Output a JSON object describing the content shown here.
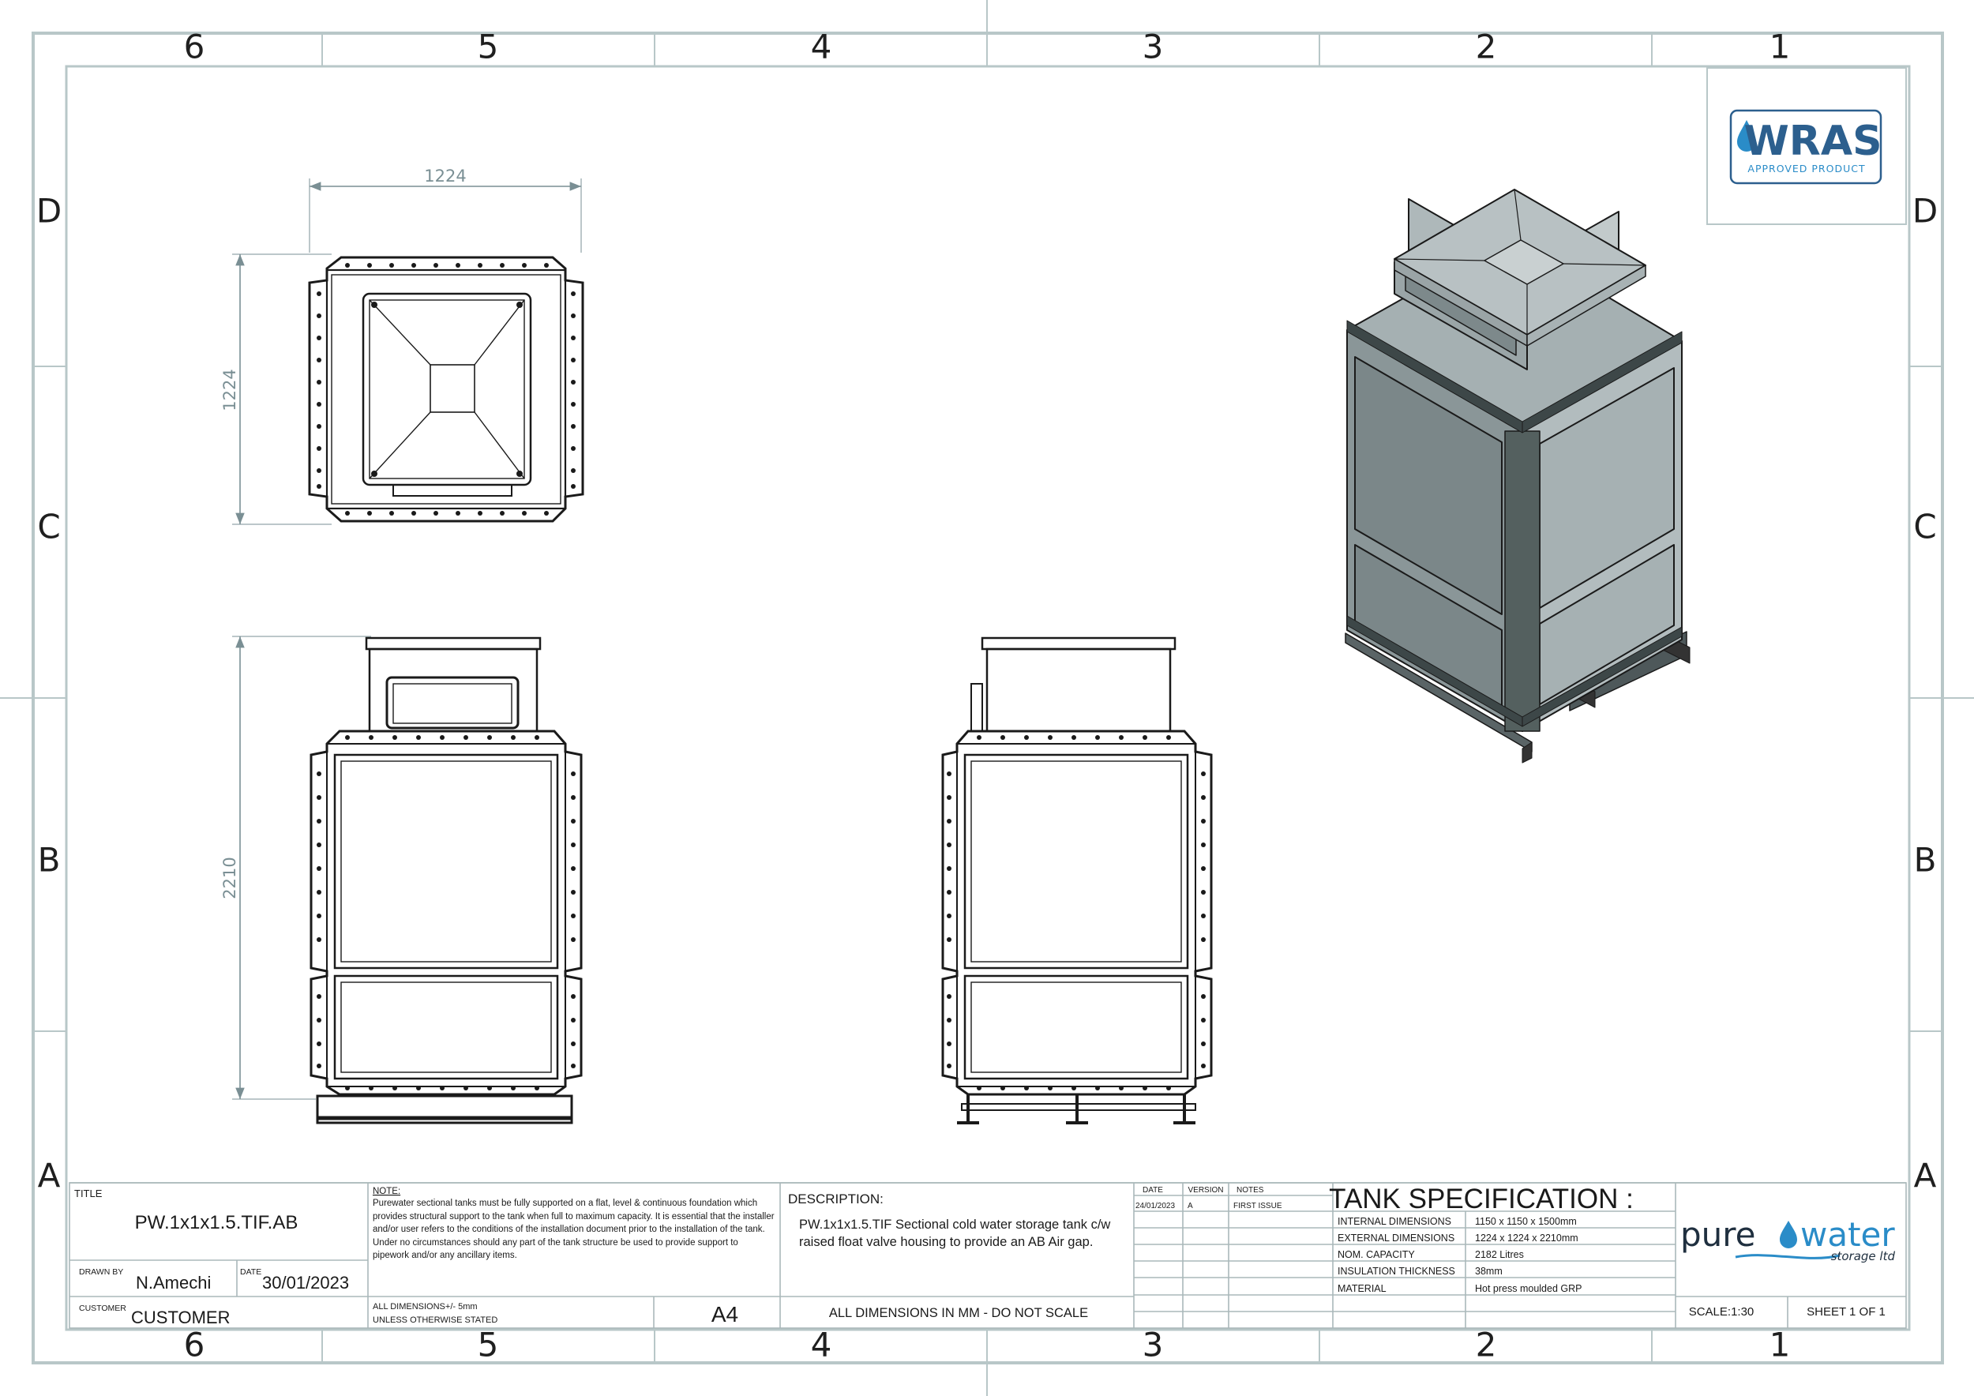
{
  "zones": {
    "columns": [
      "6",
      "5",
      "4",
      "3",
      "2",
      "1"
    ],
    "rows": [
      "D",
      "C",
      "B",
      "A"
    ]
  },
  "dimensions": {
    "plan_width": "1224",
    "plan_depth": "1224",
    "elevation_height": "2210"
  },
  "logos": {
    "wras": {
      "word": "WRAS",
      "tagline": "APPROVED PRODUCT"
    },
    "company": {
      "word_1": "pure",
      "word_2": "water",
      "tagline": "storage ltd"
    }
  },
  "title_block": {
    "title_label": "TITLE",
    "title_value": "PW.1x1x1.5.TIF.AB",
    "drawn_by_label": "DRAWN BY",
    "drawn_by_value": "N.Amechi",
    "date_label": "DATE",
    "date_value": "30/01/2023",
    "customer_label": "CUSTOMER",
    "customer_value": "CUSTOMER",
    "note_label": "NOTE:",
    "note_text": "Purewater sectional tanks must be fully supported on a flat, level & continuous foundation which provides structural support to the tank when full to maximum capacity. It is essential that the installer and/or user refers to the conditions of the installation document prior to the installation of the tank. Under no circumstances should any part of the tank structure be used to provide support to pipework and/or any ancillary items.",
    "tolerance_line_1": "ALL DIMENSIONS+/- 5mm",
    "tolerance_line_2": "UNLESS OTHERWISE STATED",
    "paper_size": "A4",
    "description_label": "DESCRIPTION:",
    "description_text": "PW.1x1x1.5.TIF Sectional cold water storage tank c/w raised float valve housing to provide an AB Air gap.",
    "scale_note": "ALL DIMENSIONS IN MM - DO NOT SCALE",
    "revision_headers": [
      "DATE",
      "VERSION",
      "NOTES"
    ],
    "revisions": [
      {
        "date": "24/01/2023",
        "version": "A",
        "notes": "FIRST ISSUE"
      }
    ],
    "spec_title": "TANK SPECIFICATION :",
    "spec_rows": [
      {
        "label": "INTERNAL DIMENSIONS",
        "value": "1150 x 1150 x 1500mm"
      },
      {
        "label": "EXTERNAL DIMENSIONS",
        "value": "1224 x 1224 x 2210mm"
      },
      {
        "label": "NOM. CAPACITY",
        "value": "2182 Litres"
      },
      {
        "label": "INSULATION THICKNESS",
        "value": "38mm"
      },
      {
        "label": "MATERIAL",
        "value": "Hot press moulded GRP"
      }
    ],
    "scale": "SCALE:1:30",
    "sheet": "SHEET 1 OF 1"
  },
  "colors": {
    "frame": "#b8c7c8",
    "line": "#1a1a1a",
    "dimension": "#7a8f94",
    "iso_dark": "#8a9698",
    "iso_light": "#b2bcbe",
    "wras_blue": "#2c5f8e",
    "brand_blue": "#2a8cc8"
  }
}
